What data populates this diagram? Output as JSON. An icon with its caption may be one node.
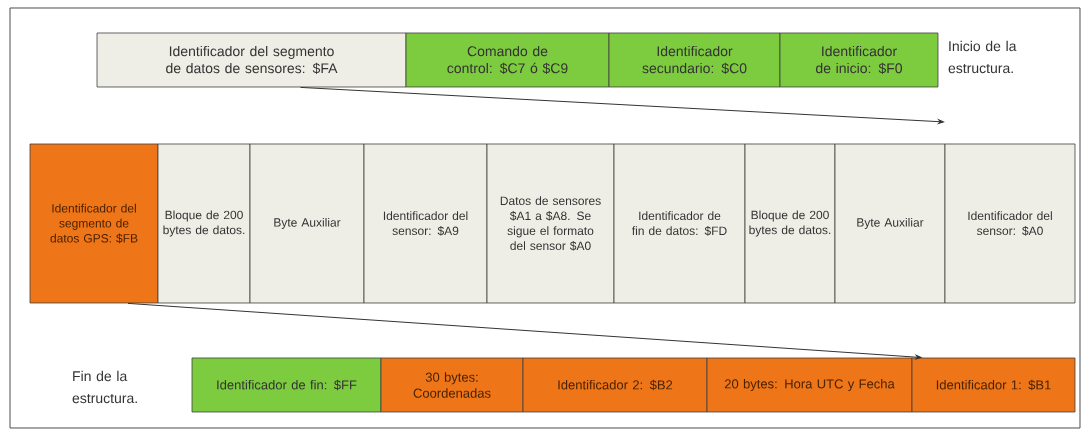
{
  "diagram": {
    "nodes": [
      {
        "text": [
          "Identificador del segmento de datos de sensores: $FA"
        ]
      },
      {
        "text": [
          "Comando de control: $C7 ó $C9"
        ]
      },
      {
        "text": [
          "Identificador secundario: $C0"
        ]
      },
      {
        "text": [
          "Identificador de inicio: $F0"
        ]
      },
      {
        "text": [
          "Identificador del segmento de datos GPS: $FB"
        ]
      },
      {
        "text": [
          "Bloque de 200 bytes de datos."
        ]
      },
      {
        "text": [
          "Byte Auxiliar"
        ]
      },
      {
        "text": [
          "Identificador del sensor: $A9"
        ]
      },
      {
        "text": [
          "Datos de sensores $A1 a $A8. Se sigue el formato del sensor $A0"
        ]
      },
      {
        "text": [
          "Identificador de fin de datos: $FD"
        ]
      },
      {
        "text": [
          "Bloque de 200 bytes de datos."
        ]
      },
      {
        "text": [
          "Byte Auxiliar"
        ]
      },
      {
        "text": [
          "Identificador del sensor: $A0"
        ]
      },
      {
        "text": [
          "Identificador de fin: $FF"
        ]
      },
      {
        "text": [
          "30 bytes: Coordenadas"
        ]
      },
      {
        "text": [
          "Identificador 2: $B2"
        ]
      },
      {
        "text": [
          "20 bytes: Hora UTC y Fecha"
        ]
      },
      {
        "text": [
          "Identificador 1: $B1"
        ]
      }
    ],
    "edges": [
      {
        "from": 0,
        "to": null,
        "arrow": "to"
      },
      {
        "from": 4,
        "to": 17,
        "arrow": "to"
      }
    ],
    "labels": [
      "Inicio de la estructura.",
      "Fin de la estructura."
    ]
  }
}
